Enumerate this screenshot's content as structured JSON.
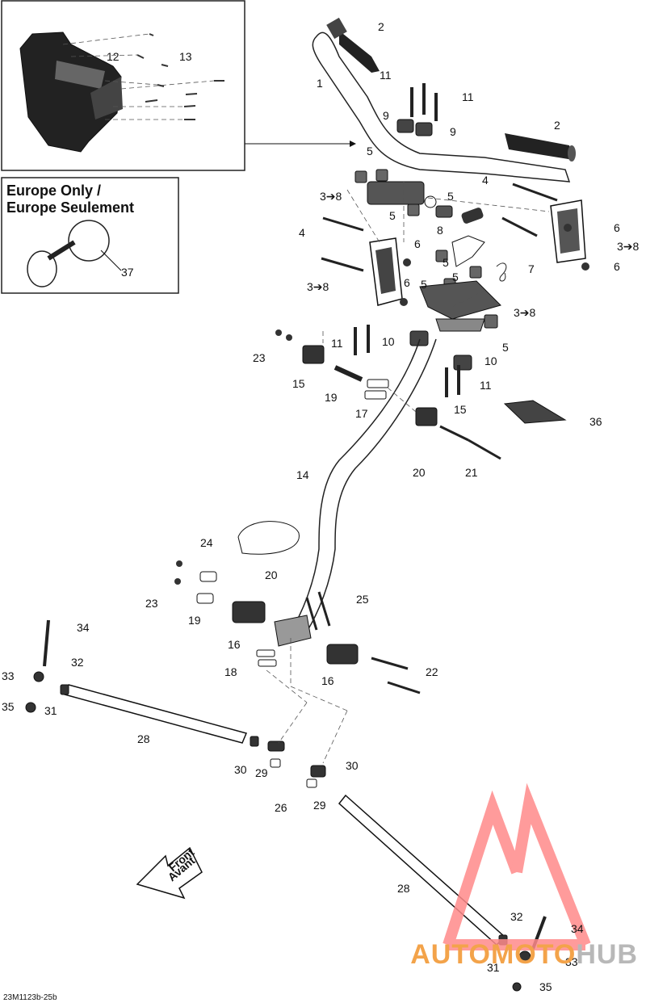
{
  "diagram": {
    "europe_note": {
      "line1": "Europe Only /",
      "line2": "Europe Seulement"
    },
    "front_arrow": {
      "line1": "Front",
      "line2": "Avant"
    },
    "drawing_code": "23M1123b-25b",
    "watermark": {
      "part1": "AUTOMOTO",
      "part2": "HUB",
      "color1": "#f3a34a",
      "color2": "#b8b8b8",
      "logo_color": "#ff8a8a"
    },
    "callouts": {
      "c1": "1",
      "c2a": "2",
      "c2b": "2",
      "c12": "12",
      "c13": "13",
      "c11a": "11",
      "c11b": "11",
      "c9a": "9",
      "c9b": "9",
      "c5a": "5",
      "c38a": "3➔8",
      "c5b": "5",
      "c5c": "5",
      "c4a": "4",
      "c6a": "6",
      "c38b": "3➔8",
      "c37": "37",
      "c4b": "4",
      "c6b": "6",
      "c8": "8",
      "c5d": "5",
      "c7": "7",
      "c6c": "6",
      "c38c": "3➔8",
      "c5e": "5",
      "c6d": "6",
      "c5f": "5",
      "c38d": "3➔8",
      "c11c": "11",
      "c10a": "10",
      "c10b": "10",
      "c11d": "11",
      "c5g": "5",
      "c23a": "23",
      "c15a": "15",
      "c19a": "19",
      "c17": "17",
      "c15b": "15",
      "c36": "36",
      "c20a": "20",
      "c21": "21",
      "c14": "14",
      "c24": "24",
      "c20b": "20",
      "c25": "25",
      "c23b": "23",
      "c19b": "19",
      "c34a": "34",
      "c16a": "16",
      "c32a": "32",
      "c33a": "33",
      "c18": "18",
      "c16b": "16",
      "c22": "22",
      "c35a": "35",
      "c31a": "31",
      "c28a": "28",
      "c30a": "30",
      "c29a": "29",
      "c26": "26",
      "c30b": "30",
      "c29b": "29",
      "c28b": "28",
      "c32b": "32",
      "c34b": "34",
      "c31b": "31",
      "c33b": "33",
      "c35b": "35"
    }
  }
}
